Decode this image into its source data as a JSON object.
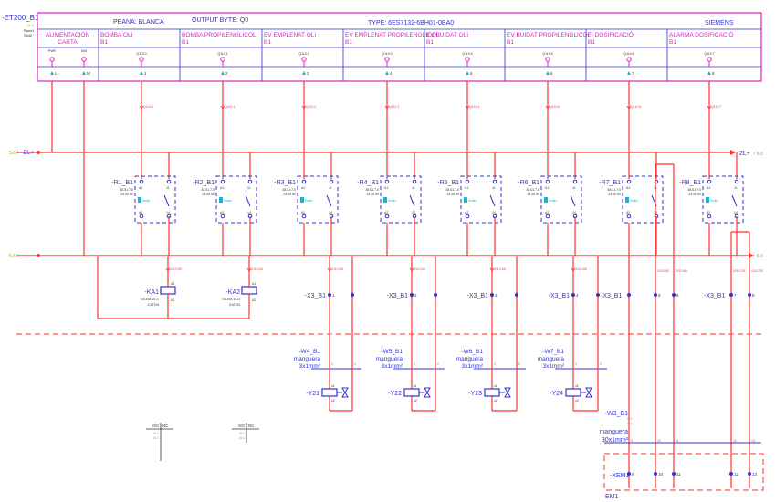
{
  "module": {
    "tag": "-ET200_B1",
    "ref": "/3.4",
    "rack_slot": [
      "Rack1",
      "Slot2"
    ],
    "header": {
      "peana": "PEANA: BLANCA",
      "output_byte": "OUTPUT BYTE: Q0",
      "type": "TYPE: 6ES7132-6BH01-0BA0",
      "brand": "SIEMENS"
    },
    "columns": [
      {
        "label": "ALIMENTACIÓN CARTA",
        "address": "",
        "pins": [
          "L+",
          "M"
        ],
        "pin_tops": [
          "PWR",
          "MID"
        ]
      },
      {
        "label": "BOMBA OLI B1",
        "address": "Q110.0",
        "pin": "1"
      },
      {
        "label": "BOMBA PROPILENGLICOL B1",
        "address": "Q110.1",
        "pin": "2"
      },
      {
        "label": "EV EMPLENAT OLI B1",
        "address": "Q110.2",
        "pin": "3"
      },
      {
        "label": "EV EMPLENAT PROPILENGLICOL B1",
        "address": "Q110.3",
        "pin": "4"
      },
      {
        "label": "EV BUIDAT OLI B1",
        "address": "Q110.4",
        "pin": "5"
      },
      {
        "label": "EV BUIDAT PROPILENGLICOL B1",
        "address": "Q110.5",
        "pin": "6"
      },
      {
        "label": "FI DOSIFICACIÓ B1",
        "address": "Q110.6",
        "pin": "7"
      },
      {
        "label": "ALARMA DOSIFICACIÓ B1",
        "address": "Q110.7",
        "pin": "8"
      }
    ]
  },
  "wires": {
    "output_labels": [
      "Q110.0",
      "Q110.1",
      "Q110.2",
      "Q110.3",
      "Q110.4",
      "Q110.5",
      "Q110.6",
      "Q110.7"
    ]
  },
  "buses": {
    "top_left": {
      "ref": "5.6 /",
      "name": "-2L+"
    },
    "top_right": {
      "ref": "/ 6.0",
      "name": "2L+"
    },
    "bottom_left": {
      "ref": "5.6 /",
      "name": ""
    },
    "bottom_right": {
      "ref": "/ 6.0",
      "name": ""
    }
  },
  "relays": [
    {
      "tag": "-R1_B1",
      "part1": "38.51.7.0",
      "part2": "24.00.50"
    },
    {
      "tag": "-R2_B1",
      "part1": "38.51.7.0",
      "part2": "24.00.50"
    },
    {
      "tag": "-R3_B1",
      "part1": "38.51.7.0",
      "part2": "24.00.50"
    },
    {
      "tag": "-R4_B1",
      "part1": "38.51.7.0",
      "part2": "24.00.50"
    },
    {
      "tag": "-R5_B1",
      "part1": "38.51.7.0",
      "part2": "24.00.50"
    },
    {
      "tag": "-R6_B1",
      "part1": "38.51.7.0",
      "part2": "24.00.50"
    },
    {
      "tag": "-R7_B1",
      "part1": "38.51.7.0",
      "part2": "24.00.50"
    },
    {
      "tag": "-R8_B1",
      "part1": "38.51.7.0",
      "part2": "24.00.50"
    }
  ],
  "relay_terminals": {
    "a1": "A1",
    "a2": "A2",
    "c11": "11",
    "c14": "14",
    "brand": "finder"
  },
  "contactors": [
    {
      "tag": "-KA1",
      "model": "DILEM-10-G",
      "maker": "EATON",
      "wire": "0110.0B"
    },
    {
      "tag": "-KA2",
      "model": "DILEM-10-G",
      "maker": "EATON",
      "wire": "0110.1B"
    }
  ],
  "terminals": [
    {
      "tag": "-X3_B1",
      "num": "1",
      "wire": "0110.2B"
    },
    {
      "tag": "-X3_B1",
      "num": "2",
      "wire": "0110.3B"
    },
    {
      "tag": "-X3_B1",
      "num": "3",
      "wire": "0110.4B"
    },
    {
      "tag": "-X3_B1",
      "num": "4",
      "wire": "0110.5B"
    },
    {
      "tag": "-X3_B1",
      "num": "-",
      "wire": ""
    },
    {
      "tag": "",
      "num": "5",
      "wire": "0110.6B"
    },
    {
      "tag": "",
      "num": "6",
      "wire": "0110.6B"
    },
    {
      "tag": "-X3_B1",
      "num": "7",
      "wire": "0110.7B"
    },
    {
      "tag": "",
      "num": "8",
      "wire": "0110.7B"
    }
  ],
  "cables": [
    {
      "tag": "-W4_B1",
      "type": "manguera",
      "section": "3x1mm²",
      "c1": "1",
      "c2": "2"
    },
    {
      "tag": "-W5_B1",
      "type": "manguera",
      "section": "3x1mm²",
      "c1": "1",
      "c2": "2"
    },
    {
      "tag": "-W6_B1",
      "type": "manguera",
      "section": "3x1mm²",
      "c1": "1",
      "c2": "2"
    },
    {
      "tag": "-W7_B1",
      "type": "manguera",
      "section": "3x1mm²",
      "c1": "1",
      "c2": "2"
    }
  ],
  "valves": [
    {
      "tag": "-Y21",
      "x1": "x1",
      "x2": "x2"
    },
    {
      "tag": "-Y22",
      "x1": "x1",
      "x2": "x2"
    },
    {
      "tag": "-Y23",
      "x1": "x1",
      "x2": "x2"
    },
    {
      "tag": "-Y24",
      "x1": "x1",
      "x2": "x2"
    }
  ],
  "main_cable": {
    "tag": "-W3_B1",
    "refs": [
      "/9.1",
      "/9.1"
    ],
    "type": "manguera",
    "section": "30x1mm²",
    "cores": [
      "9",
      "10",
      "11",
      "12",
      "13"
    ]
  },
  "xem": {
    "tag": "-XEM1",
    "nums": [
      "9",
      "10",
      "11",
      "12",
      "13"
    ],
    "location": "EM1"
  },
  "contact_tables": [
    {
      "no": "NO",
      "nc": "NC",
      "refs": [
        "/5.1",
        "/5.1"
      ]
    },
    {
      "no": "NO",
      "nc": "NC",
      "refs": [
        "/5.1",
        "/5.1"
      ]
    }
  ]
}
